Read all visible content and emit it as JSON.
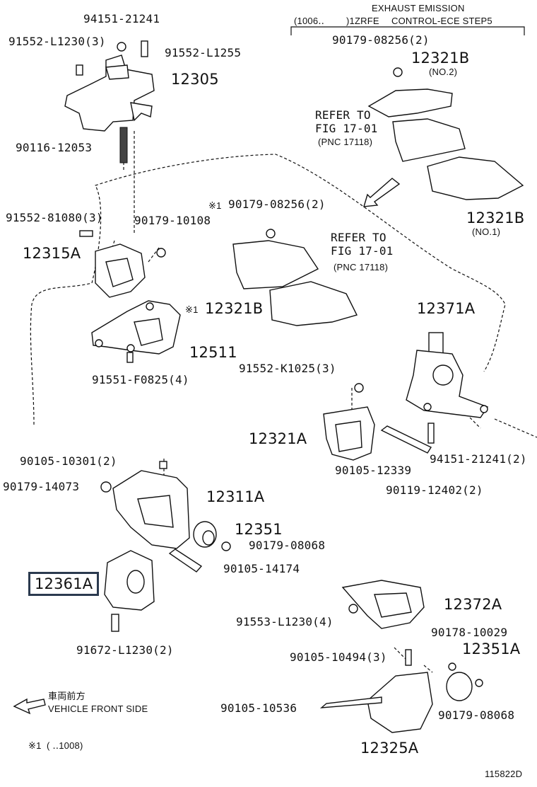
{
  "header": {
    "title": "EXHAUST EMISSION",
    "range_start": "(1006‥",
    "range_end": ")1ZRFE",
    "subtitle": "CONTROL-ECE STEP5"
  },
  "labels": {
    "p94151_21241": "94151-21241",
    "p91552_L1230_3": "91552-L1230(3)",
    "p91552_L1255": "91552-L1255",
    "p12305": "12305",
    "p90116_12053": "90116-12053",
    "p90179_08256_2_top": "90179-08256(2)",
    "p12321B_no2": "12321B",
    "no2": "(NO.2)",
    "refer_to_1": "REFER TO",
    "fig_1": "FIG 17-01",
    "pnc_1": "(PNC 17118)",
    "p12321B_no1": "12321B",
    "no1": "(NO.1)",
    "note_mark_1": "※1",
    "p90179_08256_2_mid": "90179-08256(2)",
    "refer_to_2": "REFER TO",
    "fig_2": "FIG 17-01",
    "pnc_2": "(PNC 17118)",
    "p91552_81080_3": "91552-81080(3)",
    "p90179_10108": "90179-10108",
    "p12315A": "12315A",
    "note_mark_2": "※1",
    "p12321B_mid": "12321B",
    "p12511": "12511",
    "p91551_F0825_4": "91551-F0825(4)",
    "p12371A": "12371A",
    "p91552_K1025_3": "91552-K1025(3)",
    "p12321A": "12321A",
    "p90105_12339": "90105-12339",
    "p94151_21241_2": "94151-21241(2)",
    "p90119_12402_2": "90119-12402(2)",
    "p90105_10301_2": "90105-10301(2)",
    "p90179_14073": "90179-14073",
    "p12311A": "12311A",
    "p12351": "12351",
    "p90179_08068_a": "90179-08068",
    "p90105_14174": "90105-14174",
    "p12361A": "12361A",
    "p91672_L1230_2": "91672-L1230(2)",
    "p12372A": "12372A",
    "p91553_L1230_4": "91553-L1230(4)",
    "p90178_10029": "90178-10029",
    "p90105_10494_3": "90105-10494(3)",
    "p12351A": "12351A",
    "p90105_10536": "90105-10536",
    "p90179_08068_b": "90179-08068",
    "p12325A": "12325A"
  },
  "footer": {
    "vehicle_front_jp": "車両前方",
    "vehicle_front_en": "VEHICLE FRONT SIDE",
    "note_mark": "※1",
    "note_range": "(      ‥1008)",
    "diagram_id": "115822D"
  }
}
